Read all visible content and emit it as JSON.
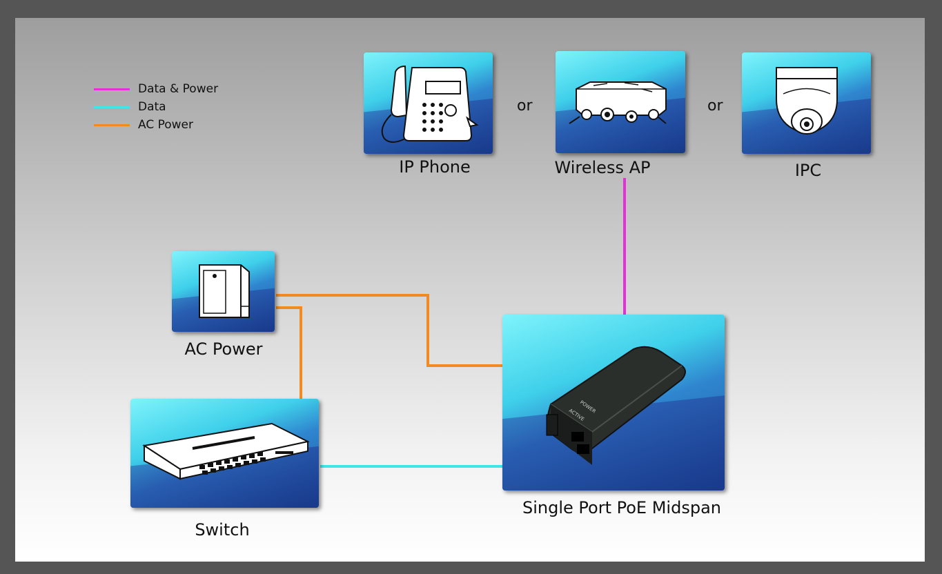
{
  "legend": [
    {
      "label": "Data & Power",
      "color": "#e62fd8"
    },
    {
      "label": "Data",
      "color": "#3ee6e8"
    },
    {
      "label": "AC Power",
      "color": "#f28a22"
    }
  ],
  "devices": {
    "ip_phone": "IP Phone",
    "wireless_ap": "Wireless AP",
    "ipc": "IPC",
    "ac_power": "AC Power",
    "switch": "Switch",
    "midspan": "Single Port PoE Midspan"
  },
  "separators": [
    "or",
    "or"
  ],
  "midspan_leds": {
    "power": "POWER",
    "active": "ACTIVE"
  },
  "colors": {
    "data_power": "#e62fd8",
    "data": "#3ee6e8",
    "ac_power": "#f28a22"
  }
}
